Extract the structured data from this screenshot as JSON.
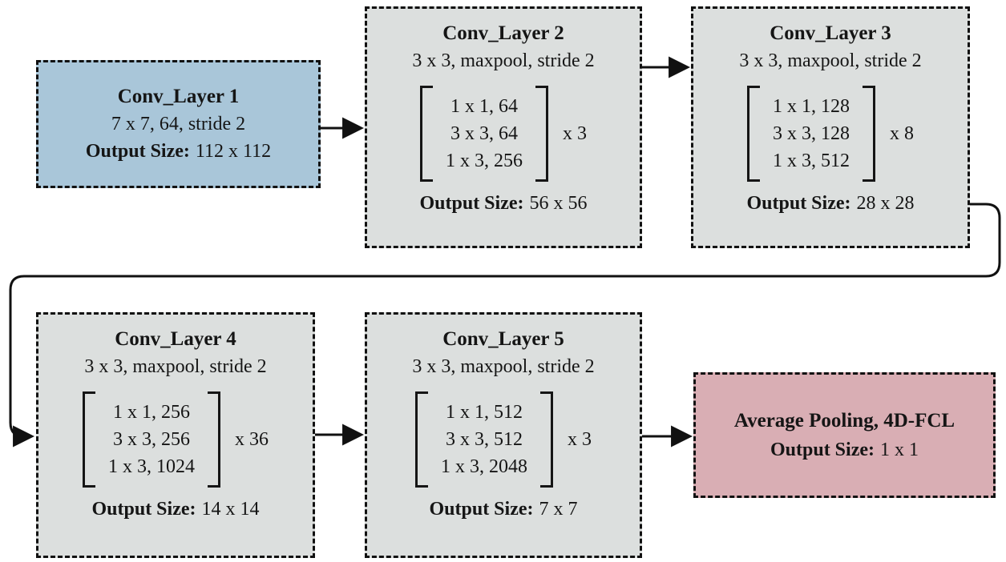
{
  "diagram": {
    "colors": {
      "conv1_fill": "#a9c6d9",
      "conv_fill": "#dcdfde",
      "avgpool_fill": "#d9aeb4",
      "border": "#111111",
      "arrow": "#111111",
      "background": "#ffffff"
    },
    "layers": {
      "conv1": {
        "title": "Conv_Layer 1",
        "spec": "7 x 7, 64, stride 2",
        "output_label": "Output Size:",
        "output_value": "112 x 112"
      },
      "conv2": {
        "title": "Conv_Layer 2",
        "spec": "3 x 3, maxpool, stride 2",
        "matrix": [
          "1 x 1, 64",
          "3 x 3, 64",
          "1 x 3, 256"
        ],
        "multiplier": "x 3",
        "output_label": "Output Size:",
        "output_value": "56 x 56"
      },
      "conv3": {
        "title": "Conv_Layer 3",
        "spec": "3 x 3, maxpool, stride 2",
        "matrix": [
          "1 x 1, 128",
          "3 x 3, 128",
          "1 x 3, 512"
        ],
        "multiplier": "x 8",
        "output_label": "Output Size:",
        "output_value": "28 x 28"
      },
      "conv4": {
        "title": "Conv_Layer 4",
        "spec": "3 x 3, maxpool, stride 2",
        "matrix": [
          "1 x 1, 256",
          "3 x 3, 256",
          "1 x 3, 1024"
        ],
        "multiplier": "x 36",
        "output_label": "Output Size:",
        "output_value": "14 x 14"
      },
      "conv5": {
        "title": "Conv_Layer 5",
        "spec": "3 x 3, maxpool, stride 2",
        "matrix": [
          "1 x 1, 512",
          "3 x 3, 512",
          "1 x 3, 2048"
        ],
        "multiplier": "x 3",
        "output_label": "Output Size:",
        "output_value": "7 x 7"
      },
      "avgpool": {
        "title": "Average Pooling, 4D-FCL",
        "output_label": "Output Size:",
        "output_value": "1 x 1"
      }
    },
    "connections": [
      "conv1 -> conv2",
      "conv2 -> conv3",
      "conv3 -> conv4 (wrap-around)",
      "conv4 -> conv5",
      "conv5 -> avgpool"
    ]
  }
}
